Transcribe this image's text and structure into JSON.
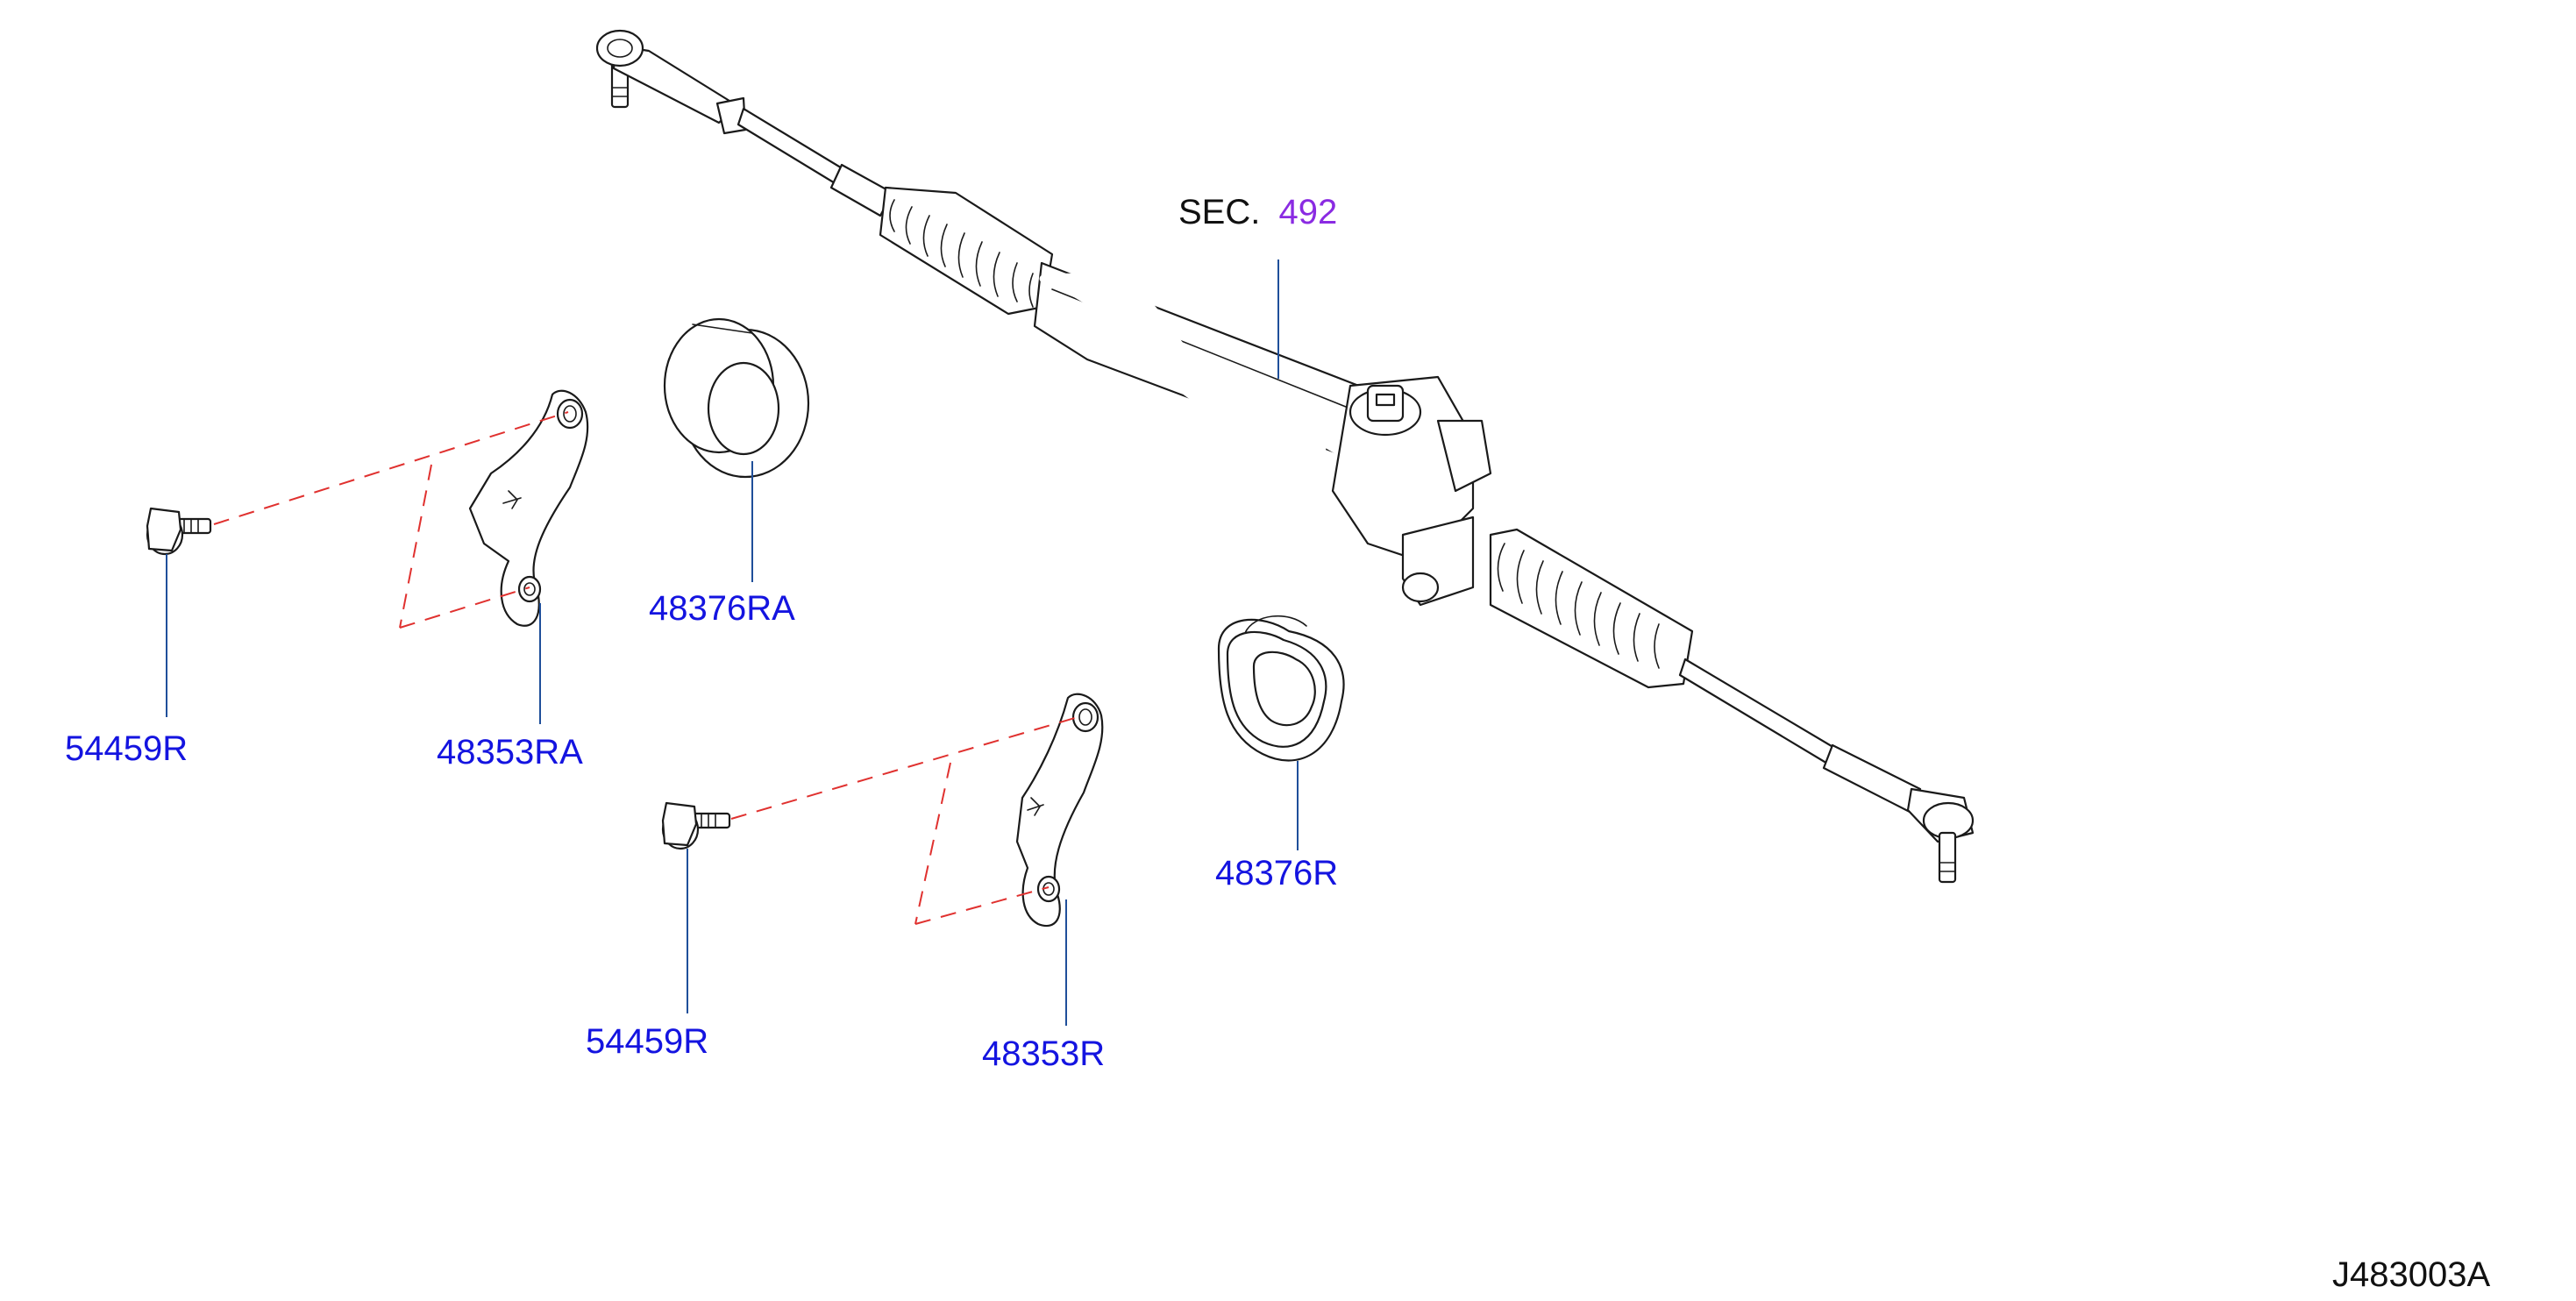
{
  "diagram": {
    "section_ref": {
      "prefix": "SEC.",
      "number": "492"
    },
    "part_labels": [
      {
        "id": "clamp-bolt-upper",
        "text": "54459R"
      },
      {
        "id": "clamp-bracket-upper",
        "text": "48353RA"
      },
      {
        "id": "rack-bushing-round",
        "text": "48376RA"
      },
      {
        "id": "clamp-bolt-lower",
        "text": "54459R"
      },
      {
        "id": "clamp-bracket-lower",
        "text": "48353R"
      },
      {
        "id": "rack-bushing-oval",
        "text": "48376R"
      }
    ],
    "reference_code": "J483003A"
  },
  "colors": {
    "part_number": "#1414e0",
    "section_link": "#8a2be2",
    "leader_line": "#1f4f9a",
    "dashed_guide": "#e0312f",
    "line_art": "#1a1a1a"
  }
}
